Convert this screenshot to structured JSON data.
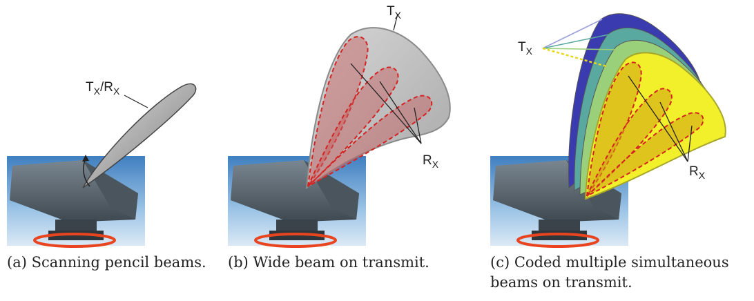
{
  "panels": [
    {
      "id": "a",
      "caption": "(a) Scanning pencil beams.",
      "labels": {
        "tx_rx": "T",
        "tx_rx_sub": "X",
        "slash": "/R",
        "slash_sub": "X"
      }
    },
    {
      "id": "b",
      "caption": "(b) Wide beam on transmit.",
      "labels": {
        "tx": "T",
        "tx_sub": "X",
        "rx": "R",
        "rx_sub": "X"
      }
    },
    {
      "id": "c",
      "caption": "(c) Coded multiple simultaneous\nbeams on transmit.",
      "labels": {
        "tx": "T",
        "tx_sub": "X",
        "rx": "R",
        "rx_sub": "X"
      }
    }
  ],
  "colors": {
    "sky_top": "#3f7fc0",
    "sky_bottom": "#cfe2f2",
    "radar_body": "#5a6670",
    "rotation_ring": "#e8441f",
    "beam_gray": "#b9b9b9",
    "receive_beam_red": "#d42222",
    "coded_beams": [
      "#3b3bb0",
      "#5aa9a0",
      "#9ad07a",
      "#f2f02a"
    ]
  }
}
